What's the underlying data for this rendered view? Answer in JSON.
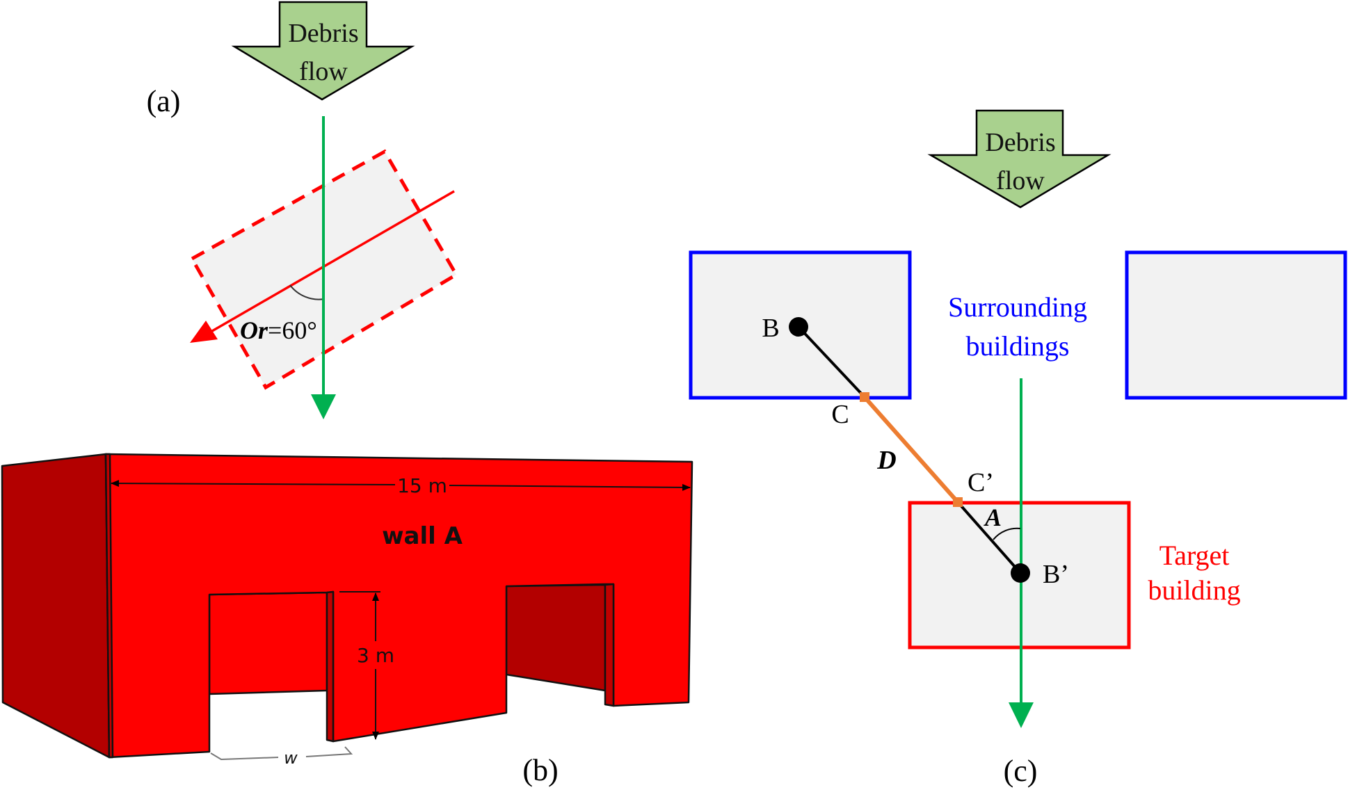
{
  "panels": {
    "a": {
      "label": "(a)",
      "flow_arrow": {
        "line1": "Debris",
        "line2": "flow"
      },
      "orientation_label_var": "Or",
      "orientation_label_value": "=60°"
    },
    "b": {
      "label": "(b)",
      "width_dim_label": "15 m",
      "wall_label": "wall A",
      "height_dim_label": "3 m",
      "opening_width_label": "w"
    },
    "c": {
      "label": "(c)",
      "flow_arrow": {
        "line1": "Debris",
        "line2": "flow"
      },
      "surrounding_label": {
        "line1": "Surrounding",
        "line2": "buildings"
      },
      "target_label": {
        "line1": "Target",
        "line2": "building"
      },
      "points": {
        "B": "B",
        "C": "C",
        "C_prime": "C’",
        "B_prime": "B’"
      },
      "distance_label": "D",
      "angle_label": "A"
    }
  },
  "colors": {
    "flow_arrow_fill": "#a9d18e",
    "flow_direction": "#00b050",
    "orientation": "#ff0000",
    "building_fill": "#f2f2f2",
    "surrounding_outline": "#0000ff",
    "target_outline": "#ff0000",
    "distance_line": "#ed7d31",
    "wall_front": "#ff0000",
    "wall_side": "#b30000"
  }
}
